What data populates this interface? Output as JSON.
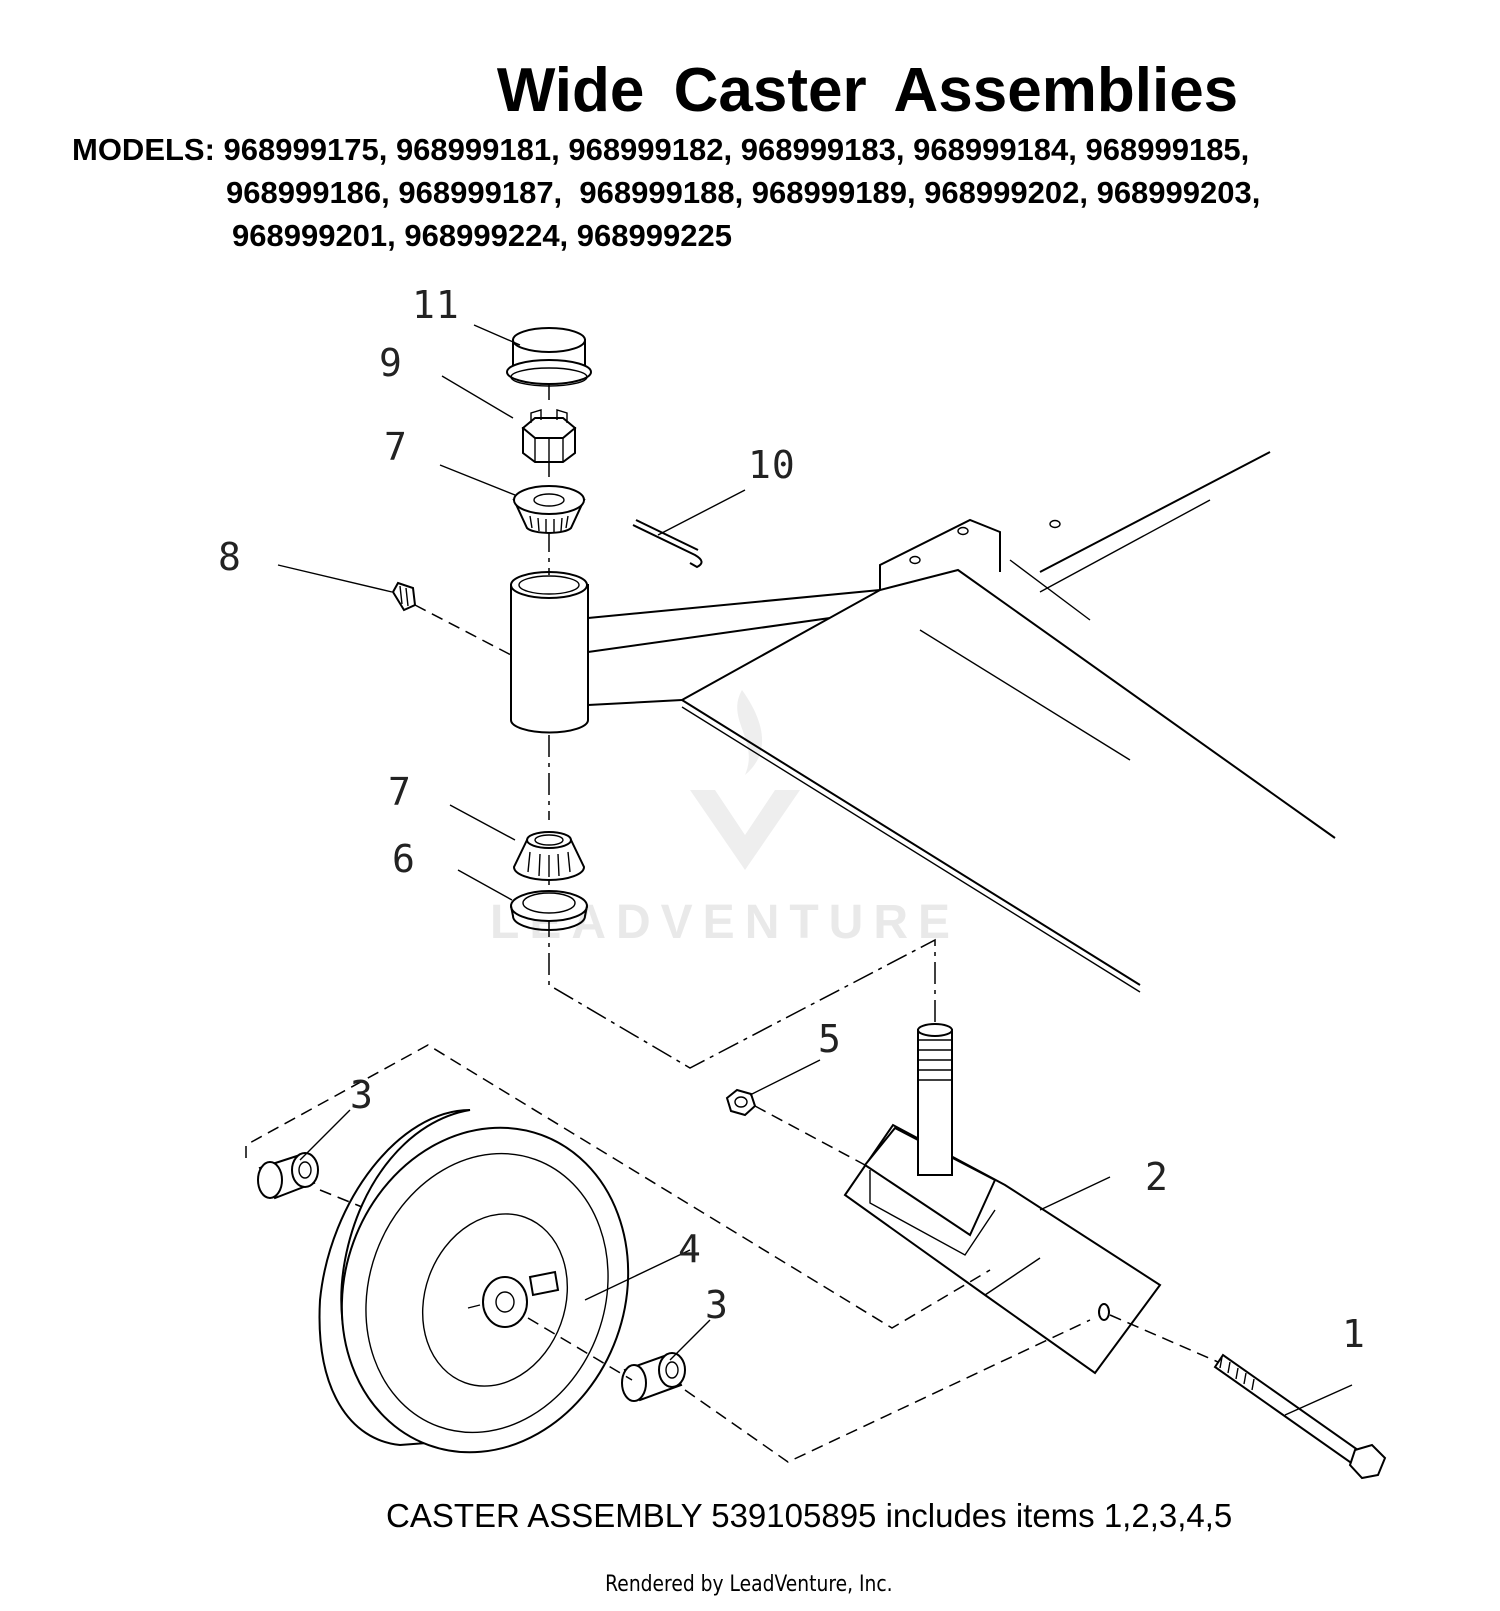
{
  "title": "Wide  Caster  Assemblies",
  "models": {
    "line1": "MODELS: 968999175, 968999181, 968999182, 968999183, 968999184, 968999185,",
    "line2": "968999186, 968999187,  968999188, 968999189, 968999202, 968999203,",
    "line3": "968999201, 968999224, 968999225"
  },
  "callouts": {
    "c1": "1",
    "c2": "2",
    "c3a": "3",
    "c3b": "3",
    "c4": "4",
    "c5": "5",
    "c6": "6",
    "c7a": "7",
    "c7b": "7",
    "c8": "8",
    "c9": "9",
    "c10": "10",
    "c11": "11"
  },
  "watermark": "LEADVENTURE",
  "footer_note": "CASTER ASSEMBLY 539105895 includes items 1,2,3,4,5",
  "rendered_by": "Rendered by LeadVenture, Inc."
}
